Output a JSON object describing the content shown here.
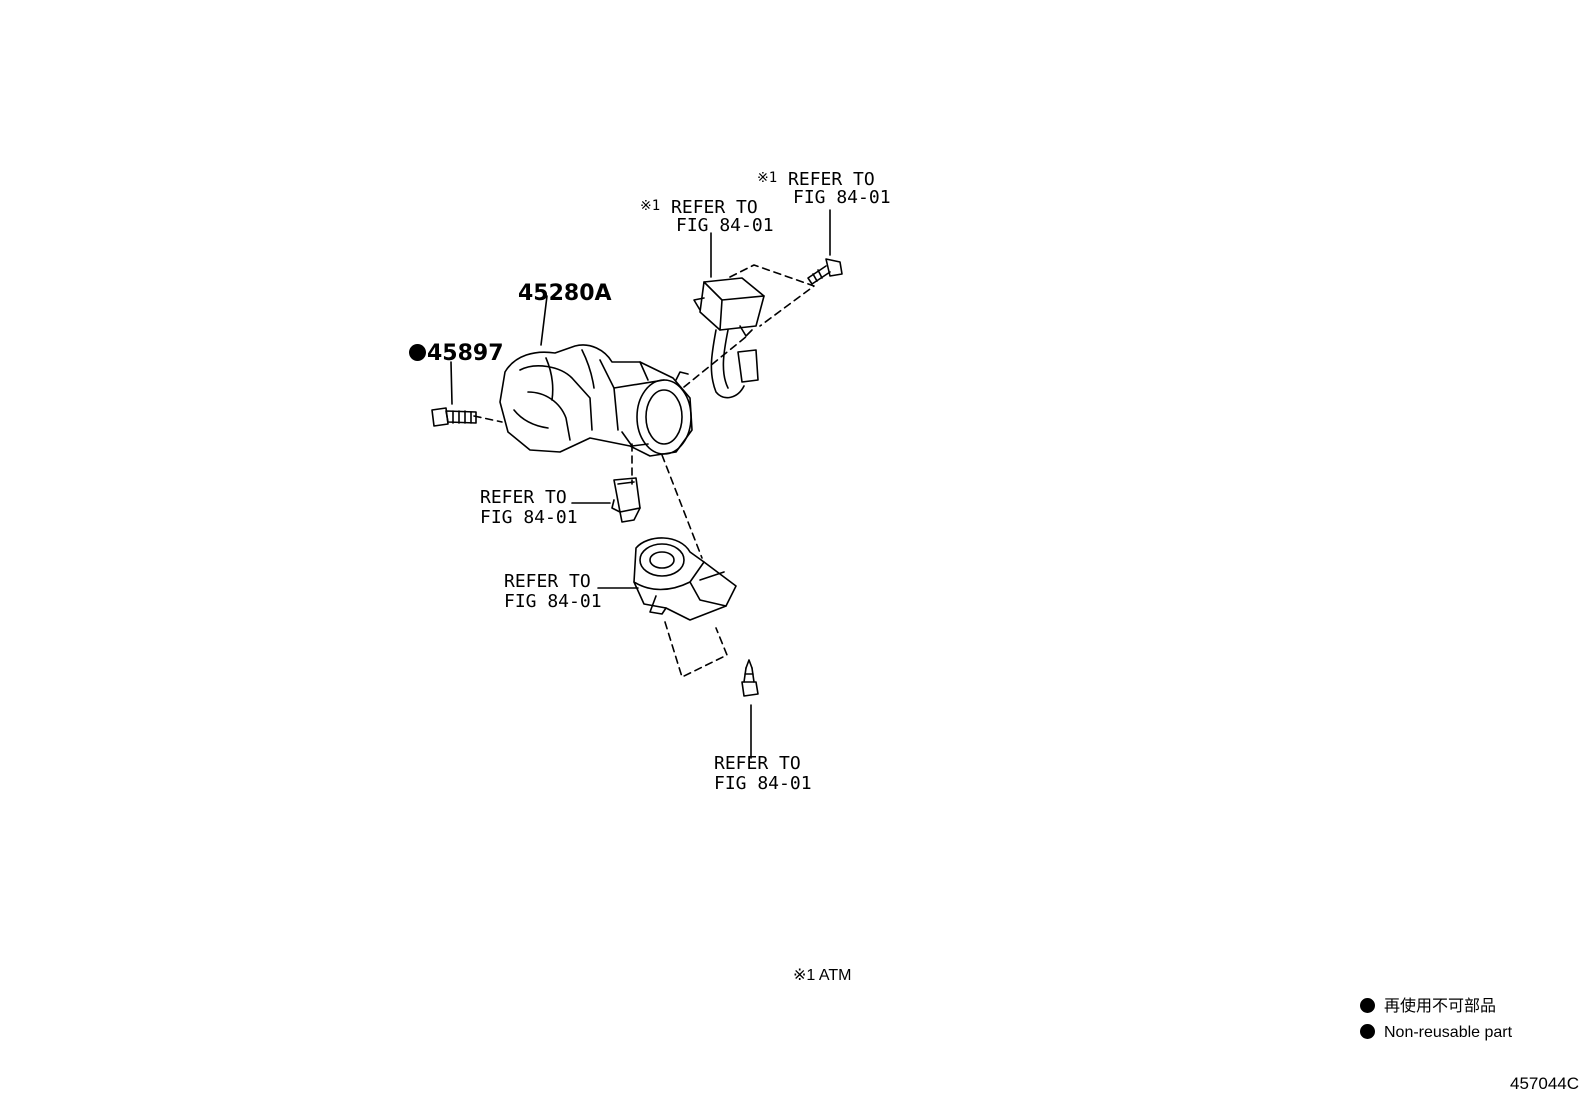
{
  "callouts": {
    "switch_top": {
      "mark": "※1",
      "line1": "REFER TO",
      "line2": "FIG 84-01"
    },
    "bolt_top": {
      "mark": "※1",
      "line1": "REFER TO",
      "line2": "FIG 84-01"
    },
    "lock_cylinder": {
      "line1": "REFER TO",
      "line2": "FIG 84-01"
    },
    "ignition_switch": {
      "line1": "REFER TO",
      "line2": "FIG 84-01"
    },
    "screw_bottom": {
      "line1": "REFER TO",
      "line2": "FIG 84-01"
    }
  },
  "parts": {
    "housing": "45280A",
    "bolt": "45897"
  },
  "footnote": "※1 ATM",
  "legend": {
    "jp": "再使用不可部品",
    "en": "Non-reusable part"
  },
  "diagram_id": "457044C"
}
